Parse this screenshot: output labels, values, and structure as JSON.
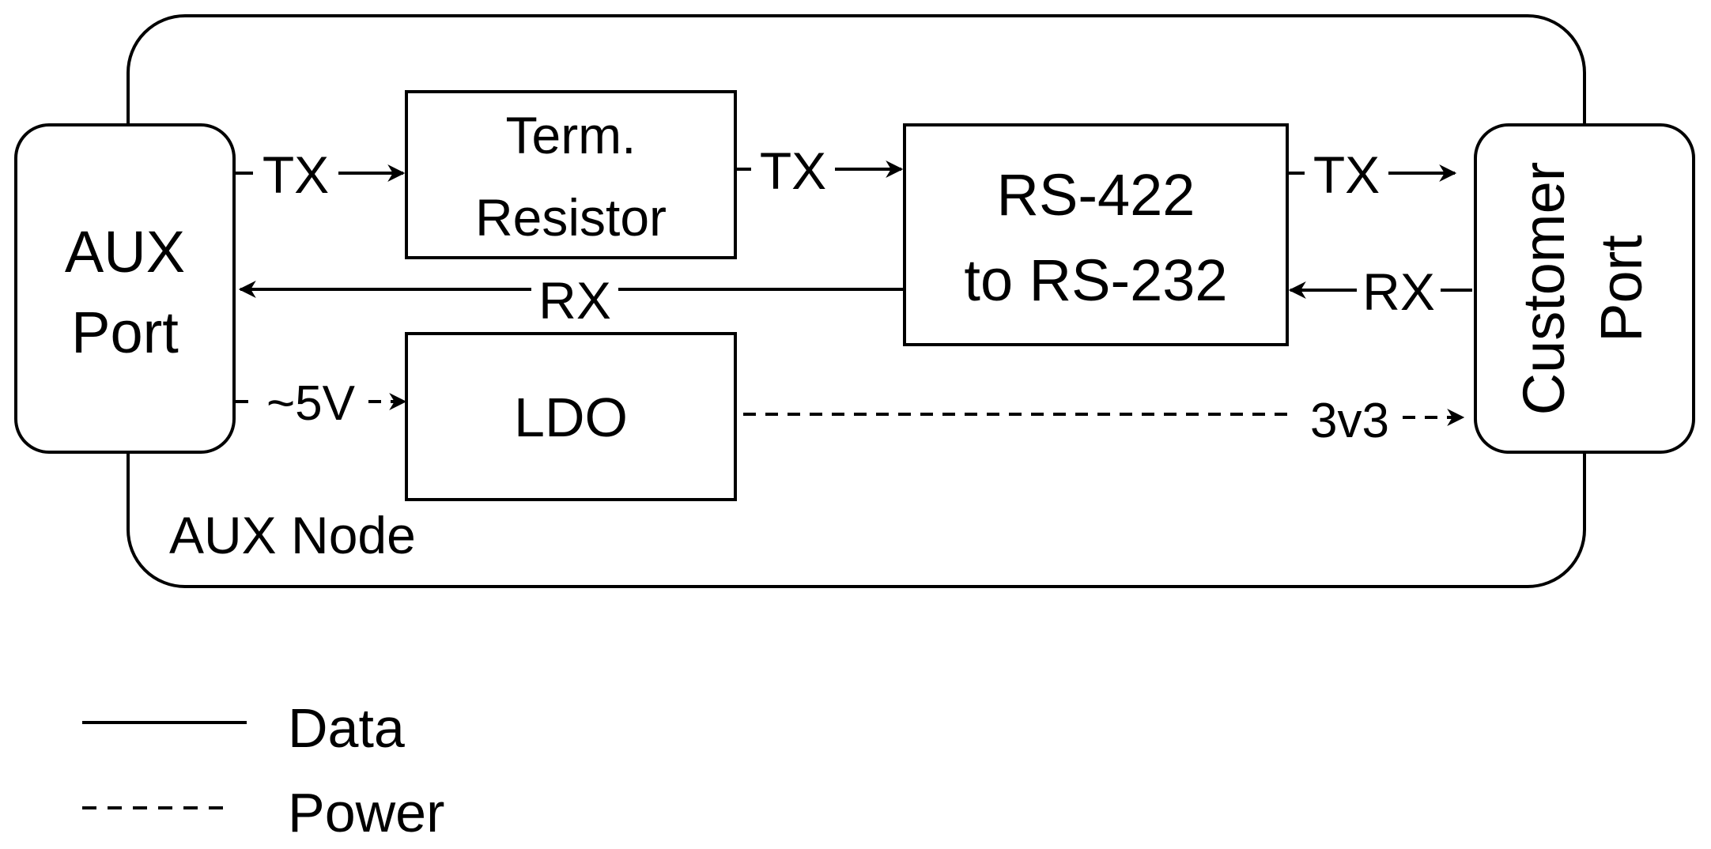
{
  "node": {
    "label": "AUX Node"
  },
  "blocks": {
    "aux_port": [
      "AUX",
      "Port"
    ],
    "term_resistor": [
      "Term.",
      "Resistor"
    ],
    "converter": [
      "RS-422",
      "to RS-232"
    ],
    "ldo": "LDO",
    "customer_port": [
      "Customer",
      "Port"
    ]
  },
  "signals": {
    "tx1": "TX",
    "tx2": "TX",
    "tx3": "TX",
    "rx_right": "RX",
    "rx_main": "RX",
    "v5": "~5V",
    "v3": "3v3"
  },
  "legend": {
    "data": "Data",
    "power": "Power"
  }
}
